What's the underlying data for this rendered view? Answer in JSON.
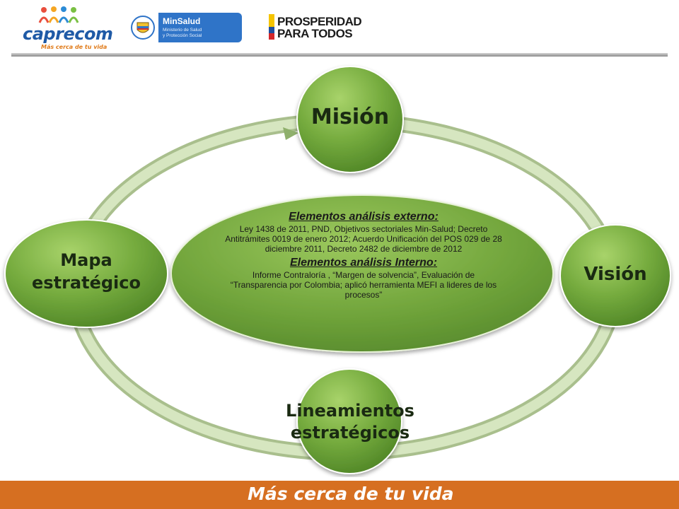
{
  "header": {
    "caprecom": {
      "name": "caprecom",
      "tagline": "Más cerca de tu vida"
    },
    "minsalud": {
      "name": "MinSalud",
      "line1": "Ministerio de Salud",
      "line2": "y Protección Social"
    },
    "prosperidad": {
      "line1": "PROSPERIDAD",
      "line2": "PARA TODOS"
    }
  },
  "diagram": {
    "center": {
      "heading_externo": "Elementos análisis externo",
      "text_externo": "Ley 1438 de 2011, PND, Objetivos sectoriales Min-Salud; Decreto Antitrámites 0019 de enero 2012; Acuerdo Unificación del POS 029 de 28 diciembre 2011, Decreto 2482 de diciembre de 2012",
      "heading_interno": "Elementos análisis Interno",
      "text_interno": "Informe Contraloría , “Margen de solvencia”, Evaluación de “Transparencia por Colombia; aplicó herramienta MEFI a lideres de los procesos”"
    },
    "nodes": {
      "mision": "Misión",
      "vision": "Visión",
      "lineamientos_1": "Lineamientos",
      "lineamientos_2": "estratégicos",
      "mapa_1": "Mapa",
      "mapa_2": "estratégico"
    }
  },
  "footer": {
    "slogan": "Más cerca de tu vida"
  },
  "colors": {
    "green": "#6fa33a",
    "ring": "#c9dcae",
    "footer": "#d66f21",
    "brand_blue": "#1f5aa6"
  }
}
